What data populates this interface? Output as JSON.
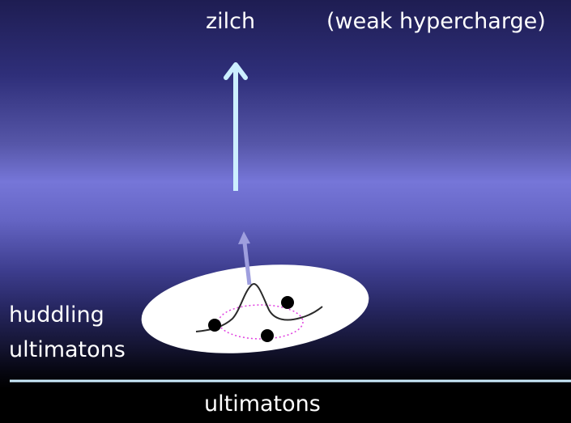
{
  "labels": {
    "top": "zilch",
    "top_note": "(weak hypercharge)",
    "left_line1": "huddling",
    "left_line2": "ultimatons",
    "bottom": "ultimatons"
  }
}
